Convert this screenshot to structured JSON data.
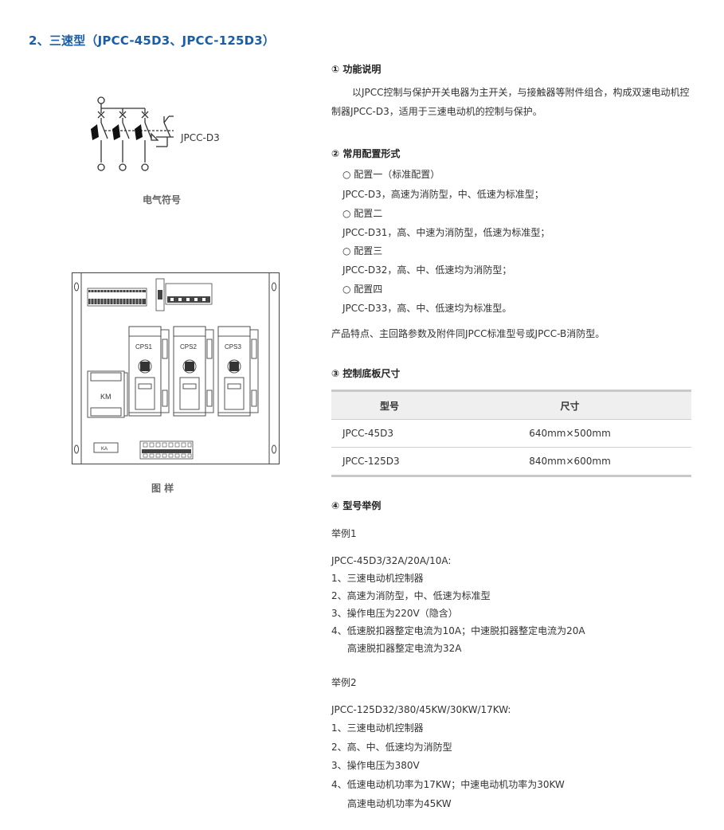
{
  "title": "2、三速型（JPCC-45D3、JPCC-125D3）",
  "symbol": {
    "label": "JPCC-D3",
    "caption": "电气符号"
  },
  "panel": {
    "labels": [
      "CPS1",
      "CPS2",
      "CPS3"
    ],
    "km": "KM",
    "ka": "KA",
    "caption": "图 样"
  },
  "s1": {
    "heading": "① 功能说明",
    "body": "以JPCC控制与保护开关电器为主开关，与接触器等附件组合，构成双速电动机控制器JPCC-D3，适用于三速电动机的控制与保护。"
  },
  "s2": {
    "heading": "② 常用配置形式",
    "lines": [
      "○ 配置一（标准配置）",
      "JPCC-D3，高速为消防型，中、低速为标准型；",
      "○ 配置二",
      "JPCC-D31，高、中速为消防型，低速为标准型；",
      "○ 配置三",
      "JPCC-D32，高、中、低速均为消防型；",
      "○ 配置四",
      "JPCC-D33，高、中、低速均为标准型。"
    ],
    "note": "产品特点、主回路参数及附件同JPCC标准型号或JPCC-B消防型。"
  },
  "s3": {
    "heading": "③ 控制底板尺寸",
    "headers": [
      "型号",
      "尺寸"
    ],
    "rows": [
      [
        "JPCC-45D3",
        "640mm×500mm"
      ],
      [
        "JPCC-125D3",
        "840mm×600mm"
      ]
    ]
  },
  "s4": {
    "heading": "④ 型号举例",
    "ex1": {
      "title": "举例1",
      "model": "JPCC-45D3/32A/20A/10A:",
      "lines": [
        "1、三速电动机控制器",
        "2、高速为消防型，中、低速为标准型",
        "3、操作电压为220V（隐含）",
        "4、低速脱扣器整定电流为10A；中速脱扣器整定电流为20A"
      ],
      "cont": "高速脱扣器整定电流为32A"
    },
    "ex2": {
      "title": "举例2",
      "model": "JPCC-125D32/380/45KW/30KW/17KW:",
      "lines": [
        "1、三速电动机控制器",
        "2、高、中、低速均为消防型",
        "3、操作电压为380V",
        "4、低速电动机功率为17KW；中速电动机功率为30KW"
      ],
      "cont": "高速电动机功率为45KW"
    }
  }
}
